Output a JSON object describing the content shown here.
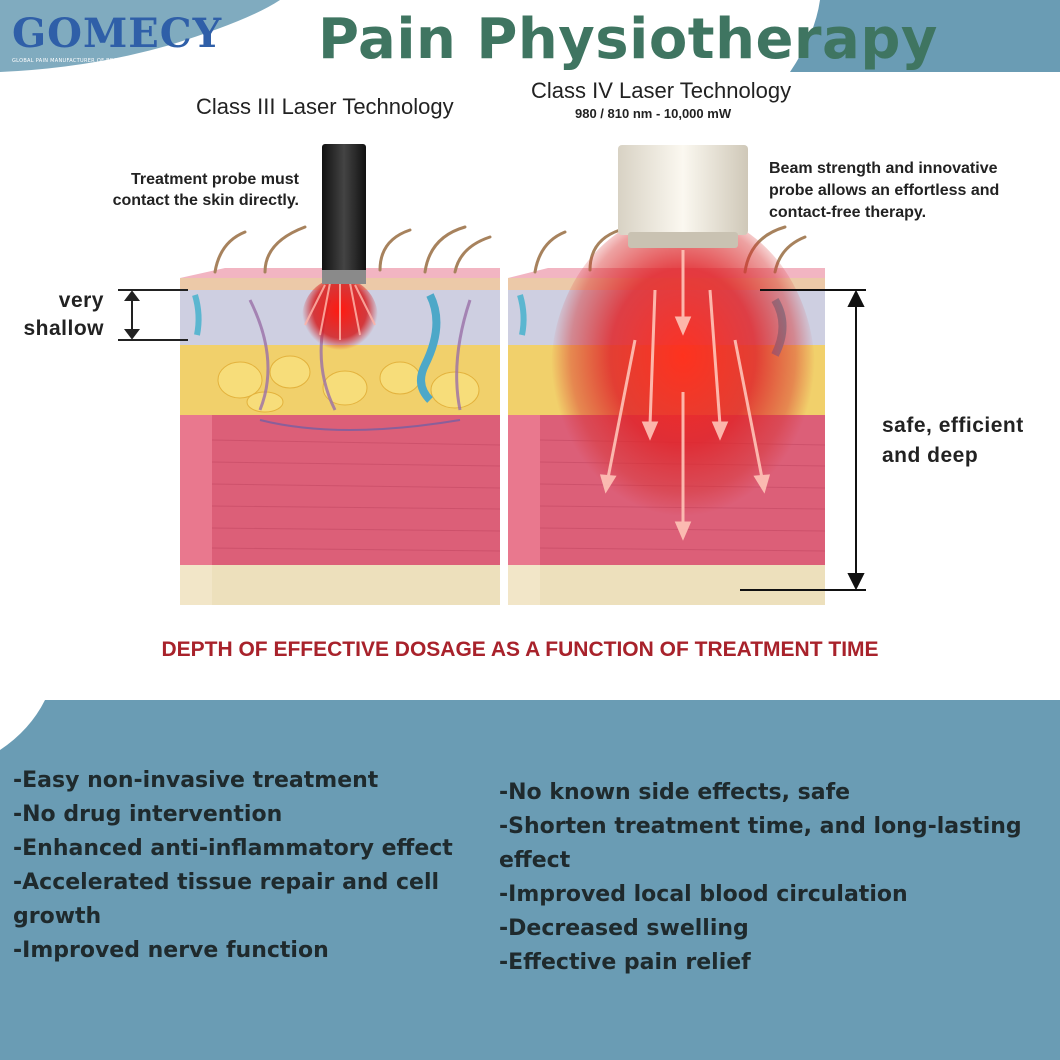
{
  "brand": {
    "name": "GOMECY",
    "tagline": "GLOBAL PAIN MANUFACTURER OF BEAUTY EQUIPMENT"
  },
  "title": "Pain Physiotherapy",
  "diagram": {
    "left_heading": "Class III Laser Technology",
    "right_heading": "Class IV Laser Technology",
    "right_subheading": "980 / 810 nm  -  10,000 mW",
    "left_note": [
      "Treatment probe must",
      "contact the skin directly."
    ],
    "right_note": [
      "Beam strength and innovative",
      "probe allows an effortless and",
      "contact-free therapy."
    ],
    "shallow_label": [
      "very",
      "shallow"
    ],
    "deep_label": [
      "safe, efficient",
      "and deep"
    ],
    "caption": "DEPTH OF EFFECTIVE DOSAGE AS A FUNCTION OF TREATMENT TIME"
  },
  "colors": {
    "band": "#6a9cb4",
    "title": "#3f7561",
    "caption": "#a8222b",
    "laser": "#e0252a",
    "muscle": "#e07a8e",
    "fat": "#f2cf56"
  },
  "benefits_left": [
    "-Easy non-invasive treatment",
    "-No drug intervention",
    "-Enhanced anti-inflammatory effect",
    "-Accelerated tissue repair and cell growth",
    "-Improved nerve function"
  ],
  "benefits_right": [
    "-No known side effects, safe",
    "-Shorten treatment time, and long-lasting effect",
    "-Improved local blood circulation",
    "-Decreased swelling",
    "-Effective pain relief"
  ]
}
